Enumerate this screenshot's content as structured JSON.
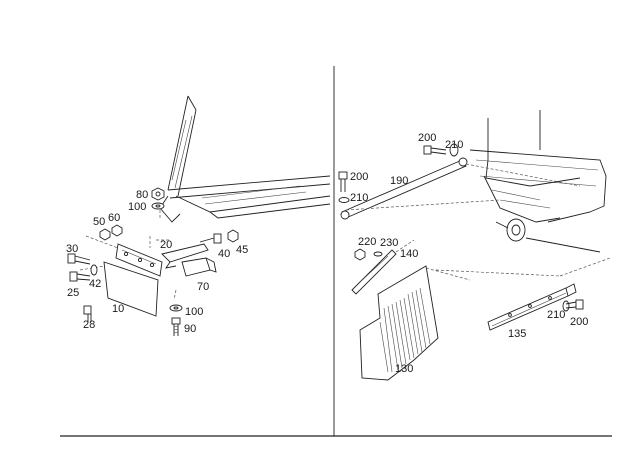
{
  "left_panel": {
    "labels": [
      "80",
      "100",
      "50",
      "60",
      "30",
      "20",
      "40",
      "45",
      "70",
      "25",
      "42",
      "10",
      "28",
      "100",
      "90"
    ]
  },
  "right_panel": {
    "labels": [
      "200",
      "210",
      "200",
      "190",
      "210",
      "220",
      "230",
      "140",
      "130",
      "135",
      "210",
      "200"
    ]
  }
}
